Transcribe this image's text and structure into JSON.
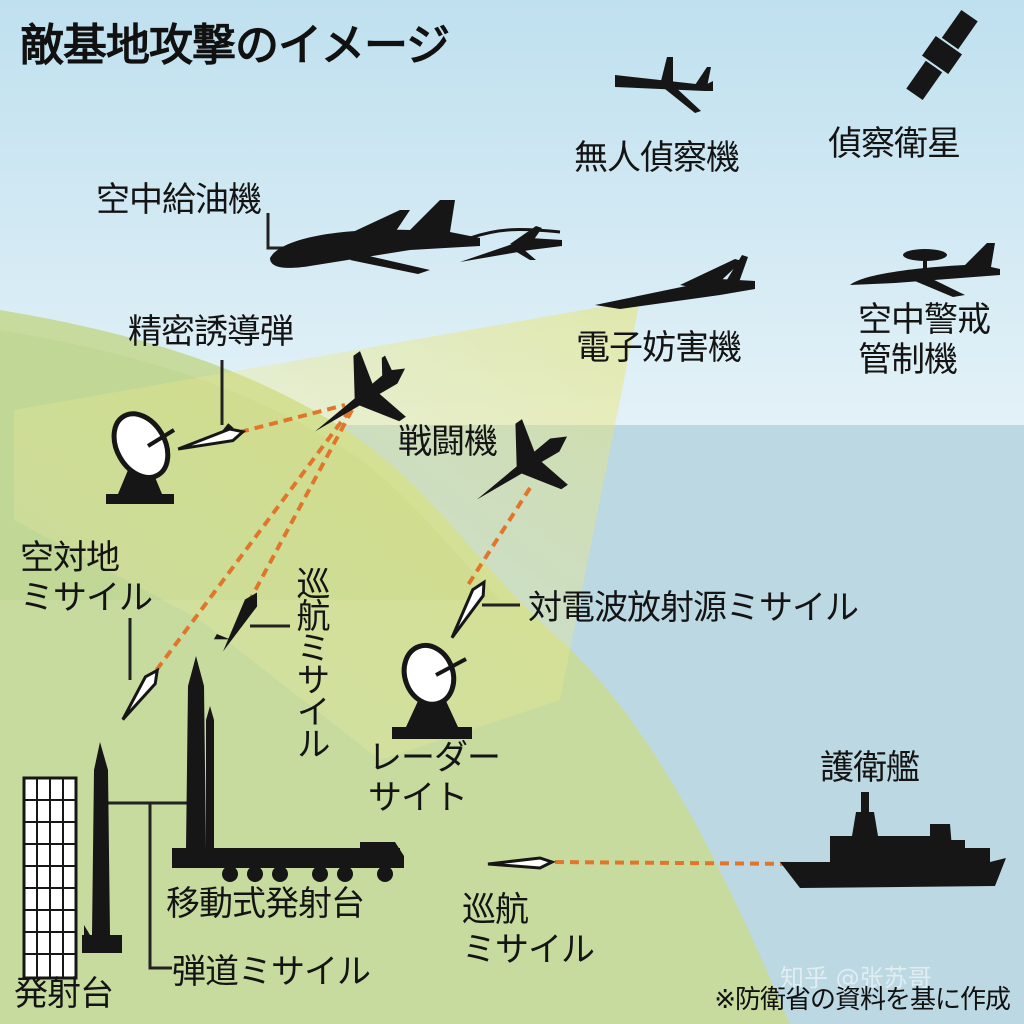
{
  "title": "敵基地攻撃のイメージ",
  "labels": {
    "uav": "無人偵察機",
    "satellite": "偵察衛星",
    "tanker": "空中給油機",
    "ecm": "電子妨害機",
    "awacs": "空中警戒\n管制機",
    "pgm": "精密誘導弾",
    "fighter": "戦闘機",
    "asm": "空対地\nミサイル",
    "cruise_air": "巡航ミサイル",
    "arm": "対電波放射源ミサイル",
    "radar_site": "レーダー\nサイト",
    "destroyer": "護衛艦",
    "mobile_launcher": "移動式発射台",
    "cruise_sea": "巡航\nミサイル",
    "ballistic": "弾道ミサイル",
    "launch_pad": "発射台"
  },
  "footnote": "※防衛省の資料を基に作成",
  "watermark": "知乎 @张苏哥",
  "colors": {
    "sky": "#cfe6f2",
    "land": "#c9dca2",
    "sea": "#bcd9e4",
    "beam": "#f0ec86",
    "silhouette": "#161616",
    "missile_trail": "#e0762c"
  }
}
